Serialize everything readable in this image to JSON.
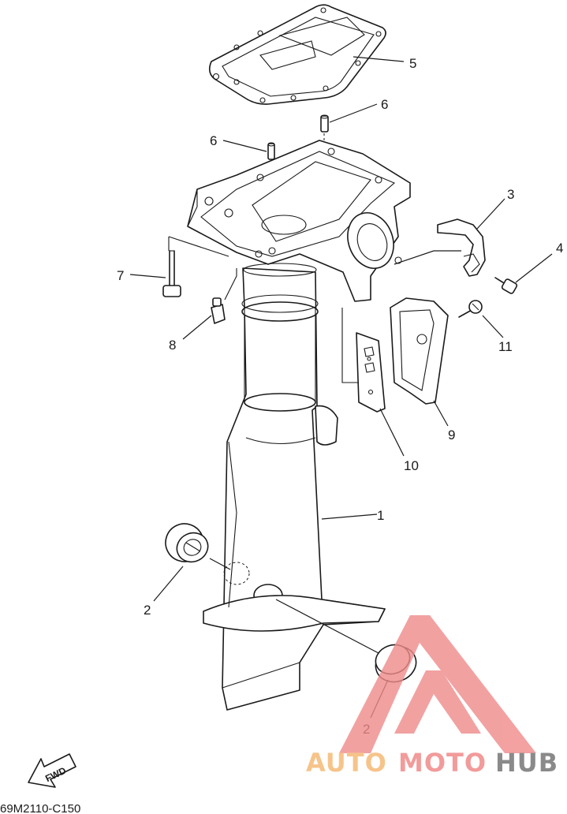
{
  "diagram_code": "69M2110-C150",
  "fwd_label": "FWD",
  "callouts": [
    {
      "id": "1",
      "label": "1"
    },
    {
      "id": "2a",
      "label": "2"
    },
    {
      "id": "2b",
      "label": "2"
    },
    {
      "id": "3",
      "label": "3"
    },
    {
      "id": "4",
      "label": "4"
    },
    {
      "id": "5",
      "label": "5"
    },
    {
      "id": "6a",
      "label": "6"
    },
    {
      "id": "6b",
      "label": "6"
    },
    {
      "id": "7",
      "label": "7"
    },
    {
      "id": "8",
      "label": "8"
    },
    {
      "id": "9",
      "label": "9"
    },
    {
      "id": "10",
      "label": "10"
    },
    {
      "id": "11",
      "label": "11"
    }
  ],
  "watermark": {
    "part1": "AUTO",
    "part2": "MOTO",
    "part3": "HUB",
    "colors": {
      "auto": "#f6c48a",
      "moto": "#f29b9b",
      "hub": "#8a8a8a",
      "logo": "#f08a8a"
    }
  }
}
